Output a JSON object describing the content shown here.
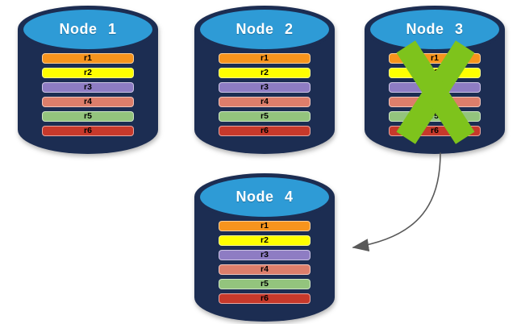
{
  "diagram": {
    "nodes": [
      {
        "id": "node-1",
        "label": "Node 1",
        "rows": [
          "r1",
          "r2",
          "r3",
          "r4",
          "r5",
          "r6"
        ],
        "status": "active"
      },
      {
        "id": "node-2",
        "label": "Node 2",
        "rows": [
          "r1",
          "r2",
          "r3",
          "r4",
          "r5",
          "r6"
        ],
        "status": "active"
      },
      {
        "id": "node-3",
        "label": "Node 3",
        "rows": [
          "r1",
          "r2",
          "r3",
          "r4",
          "r5",
          "r6"
        ],
        "status": "failed"
      },
      {
        "id": "node-4",
        "label": "Node 4",
        "rows": [
          "r1",
          "r2",
          "r3",
          "r4",
          "r5",
          "r6"
        ],
        "status": "active"
      }
    ],
    "row_colors": {
      "r1": "#F7941D",
      "r2": "#FFFF00",
      "r3": "#8E7CC3",
      "r4": "#DD7E6B",
      "r5": "#93C47D",
      "r6": "#C7392B"
    },
    "colors": {
      "cylinder_body": "#1C2D52",
      "cylinder_top": "#2E9BD6",
      "failure_x": "#7EC31C",
      "arrow": "#595959",
      "node_label_text": "#FFFFFF",
      "row_label_text": "#000000"
    },
    "arrow": {
      "from": "node-3",
      "to": "node-4"
    },
    "failed_node": "node-3"
  }
}
